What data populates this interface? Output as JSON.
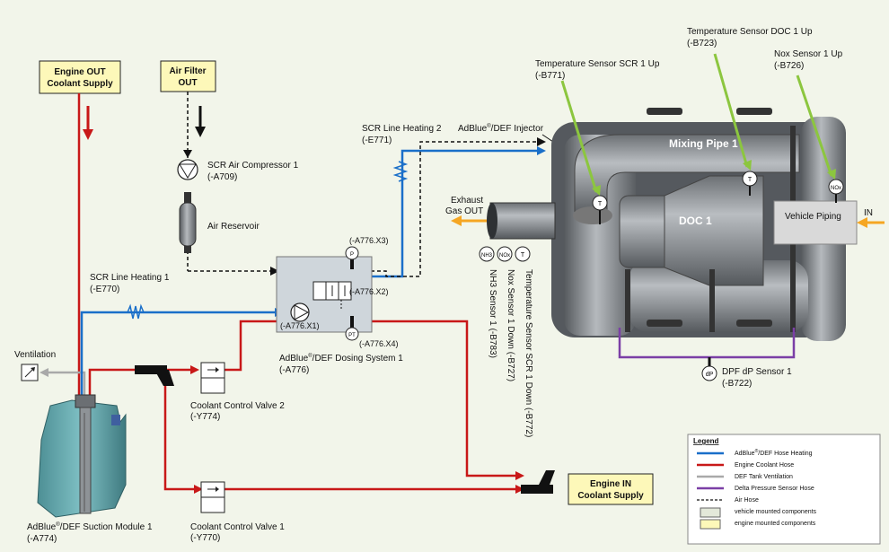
{
  "boxes": {
    "engine_out": [
      "Engine OUT",
      "Coolant Supply"
    ],
    "air_filter": [
      "Air Filter",
      "OUT"
    ],
    "engine_in": [
      "Engine IN",
      "Coolant Supply"
    ]
  },
  "components": {
    "air_compressor": [
      "SCR Air Compressor 1",
      "(-A709)"
    ],
    "air_reservoir": "Air Reservoir",
    "line_heating_1": [
      "SCR Line Heating 1",
      "(-E770)"
    ],
    "line_heating_2": [
      "SCR Line Heating 2",
      "(-E771)"
    ],
    "injector": {
      "pre": "AdBlue",
      "sup": "®",
      "post": "/DEF Injector"
    },
    "dosing_system": {
      "pre": "AdBlue",
      "sup": "®",
      "post": "/DEF Dosing System 1",
      "id": "(-A776)"
    },
    "dosing_ports": {
      "x1": "(-A776.X1)",
      "x2": "(-A776.X2)",
      "x3": "(-A776.X3)",
      "x4": "(-A776.X4)"
    },
    "ventilation": "Ventilation",
    "valve_2": [
      "Coolant Control Valve 2",
      "(-Y774)"
    ],
    "valve_1": [
      "Coolant Control Valve 1",
      "(-Y770)"
    ],
    "suction_module": {
      "pre": "AdBlue",
      "sup": "®",
      "post": "/DEF Suction Module 1",
      "id": "(-A774)"
    },
    "exhaust": [
      "Exhaust",
      "Gas OUT"
    ],
    "mixing_pipe": "Mixing Pipe 1",
    "doc": "DOC 1",
    "vehicle_piping": "Vehicle Piping",
    "in_label": "IN",
    "sensor_scr_up": [
      "Temperature Sensor SCR 1 Up",
      "(-B771)"
    ],
    "sensor_doc_up": [
      "Temperature Sensor DOC 1 Up",
      "(-B723)"
    ],
    "sensor_nox_up": [
      "Nox Sensor 1 Up",
      "(-B726)"
    ],
    "sensor_dpf": [
      "DPF dP Sensor 1",
      "(-B722)"
    ],
    "sensor_nh3": "NH3 Sensor 1 (-B783)",
    "sensor_nox_down": "Nox Sensor 1 Down (-B727)",
    "sensor_temp_down": "Temperature Sensor SCR 1 Down (-B772)"
  },
  "symbols": {
    "t": "T",
    "nox": "NOx",
    "nh3": "NH3",
    "dp": "dP",
    "p": "P",
    "pt": "PT"
  },
  "legend": {
    "title": "Legend",
    "items": [
      {
        "label_pre": "AdBlue",
        "sup": "®",
        "label": "/DEF Hose Heating",
        "color": "#1a6fc9",
        "kind": "line"
      },
      {
        "label": "Engine Coolant Hose",
        "color": "#c81818",
        "kind": "line"
      },
      {
        "label": "DEF Tank Ventilation",
        "color": "#a9a9a9",
        "kind": "line"
      },
      {
        "label": "Delta Pressure Sensor Hose",
        "color": "#7b3fa6",
        "kind": "line"
      },
      {
        "label": "Air Hose",
        "color": "#111111",
        "kind": "dash"
      },
      {
        "label": "vehicle mounted components",
        "color": "#e3e8d9",
        "kind": "box"
      },
      {
        "label": "engine mounted components",
        "color": "#fdf8b9",
        "kind": "box"
      }
    ]
  },
  "colors": {
    "blue": "#1a6fc9",
    "red": "#c81818",
    "gray": "#a9a9a9",
    "purple": "#7b3fa6",
    "green": "#8cc63f",
    "orange": "#f5a623",
    "yellow_box": "#fdf8b9"
  }
}
